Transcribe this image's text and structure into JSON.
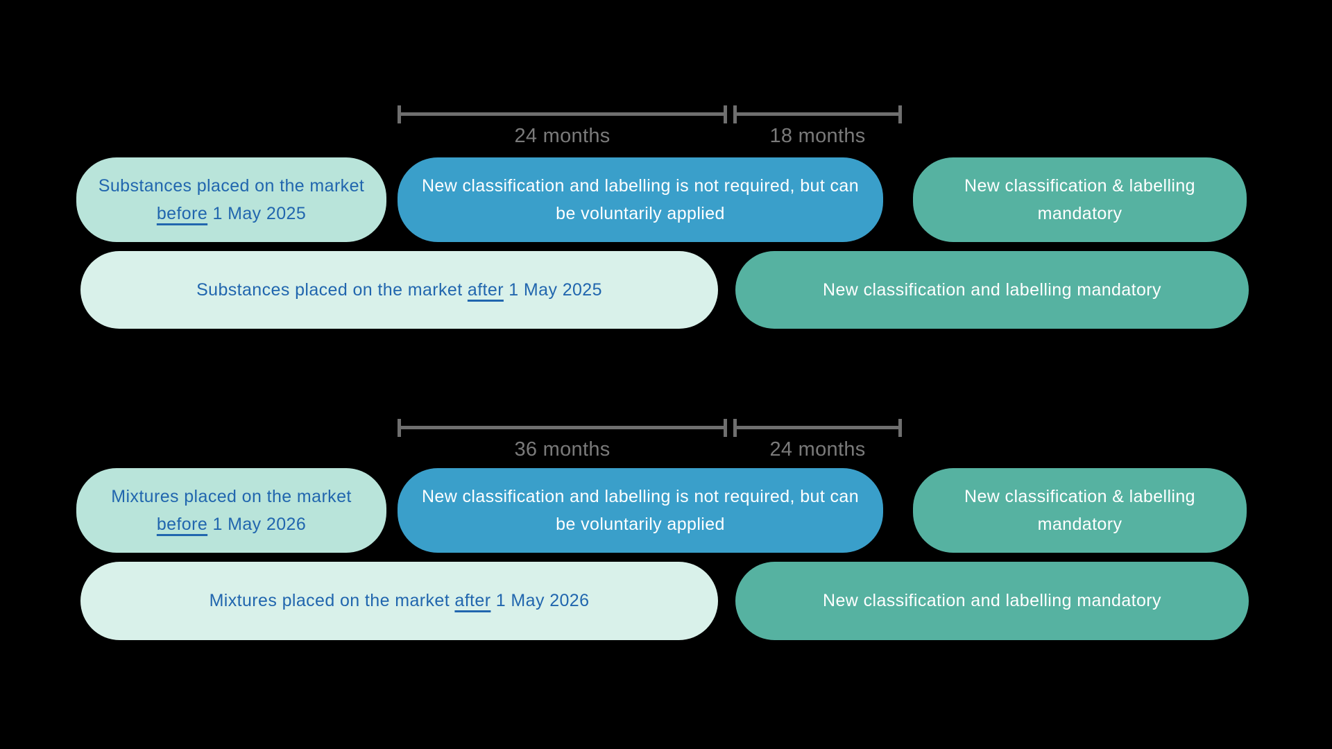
{
  "colors": {
    "background": "#000000",
    "pill-mint": "#b9e4da",
    "pill-mint-light": "#d9f1ea",
    "pill-blue": "#3a9fca",
    "pill-teal": "#56b2a1",
    "text-blue": "#2166ae",
    "text-white": "#ffffff",
    "ruler-line": "#6f6f6f",
    "ruler-label": "#7a7a7a"
  },
  "substances": {
    "ruler": {
      "segment1_label": "24 months",
      "segment2_label": "18 months"
    },
    "before_market_pill": {
      "line1": "Substances placed on the market",
      "underlined_word": "before",
      "line2_rest": " 1 May 2025"
    },
    "voluntary_pill": {
      "line1": "New classification and labelling is not required, but can",
      "line2": "be voluntarily applied"
    },
    "mandatory_pill": {
      "line1": "New classification & labelling",
      "line2": "mandatory"
    },
    "after_market_pill": {
      "prefix": "Substances placed on the market ",
      "underlined_word": "after",
      "suffix": " 1 May 2025"
    },
    "mandatory_wide_pill": {
      "label": "New classification and labelling mandatory"
    }
  },
  "mixtures": {
    "ruler": {
      "segment1_label": "36 months",
      "segment2_label": "24 months"
    },
    "before_market_pill": {
      "line1": "Mixtures placed on the market",
      "underlined_word": "before",
      "line2_rest": " 1 May 2026"
    },
    "voluntary_pill": {
      "line1": "New classification and labelling is not required, but can",
      "line2": "be voluntarily applied"
    },
    "mandatory_pill": {
      "line1": "New classification & labelling",
      "line2": "mandatory"
    },
    "after_market_pill": {
      "prefix": "Mixtures placed on the market ",
      "underlined_word": "after",
      "suffix": " 1 May 2026"
    },
    "mandatory_wide_pill": {
      "label": "New classification and labelling mandatory"
    }
  }
}
